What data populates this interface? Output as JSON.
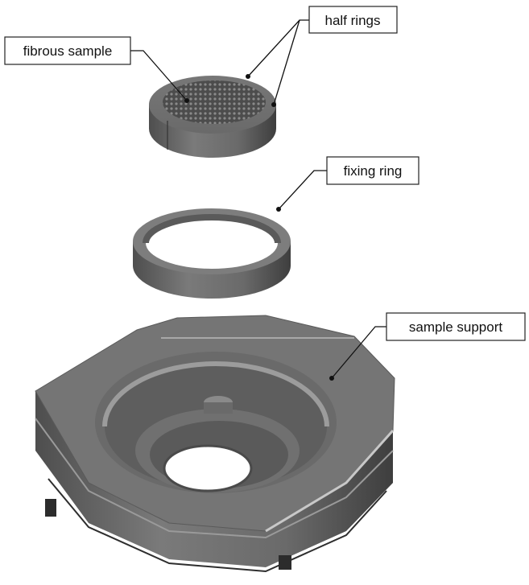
{
  "labels": {
    "half_rings": "half rings",
    "fibrous_sample": "fibrous sample",
    "fixing_ring": "fixing ring",
    "sample_support": "sample support"
  },
  "colors": {
    "metal_light": "#8a8a8a",
    "metal_mid": "#6f6f6f",
    "metal_dark": "#4a4a4a",
    "metal_shadow": "#3a3a3a",
    "mesh": "#5c5c5c"
  }
}
